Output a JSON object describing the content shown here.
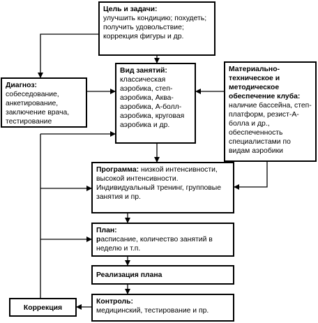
{
  "goal": {
    "title": "Цель и задачи:",
    "text": "улучшить кондицию; похудеть; получить удовольствие; коррекция фигуры и др."
  },
  "diagnosis": {
    "title": "Диагноз:",
    "text": "собеседование, анкетирование, заключение врача, тестирование"
  },
  "activity": {
    "title": "Вид занятий:",
    "text": "классическая аэробика, степ-аэробика, Аква-аэробика, А-болл-аэробика, круговая аэробика и др."
  },
  "resources": {
    "title": "Материально-техническое и методическое обеспечение клуба:",
    "text": "наличие бассейна, степ-платформ, резист-А-болла и др., обеспеченность специалистами по видам аэробики"
  },
  "program": {
    "title": "Программа:",
    "text": "низкой интенсивности, высокой интенсивности. Индивидуальный тренинг, групповые занятия и пр."
  },
  "plan": {
    "title": "План:",
    "text_bold_r": "р",
    "text": "асписание, количество занятий в неделю и т.п."
  },
  "realization": {
    "title": "Реализация плана"
  },
  "control": {
    "title": "Контроль:",
    "text": "медицинский, тестирование и пр."
  },
  "correction": {
    "title": "Коррекция"
  }
}
